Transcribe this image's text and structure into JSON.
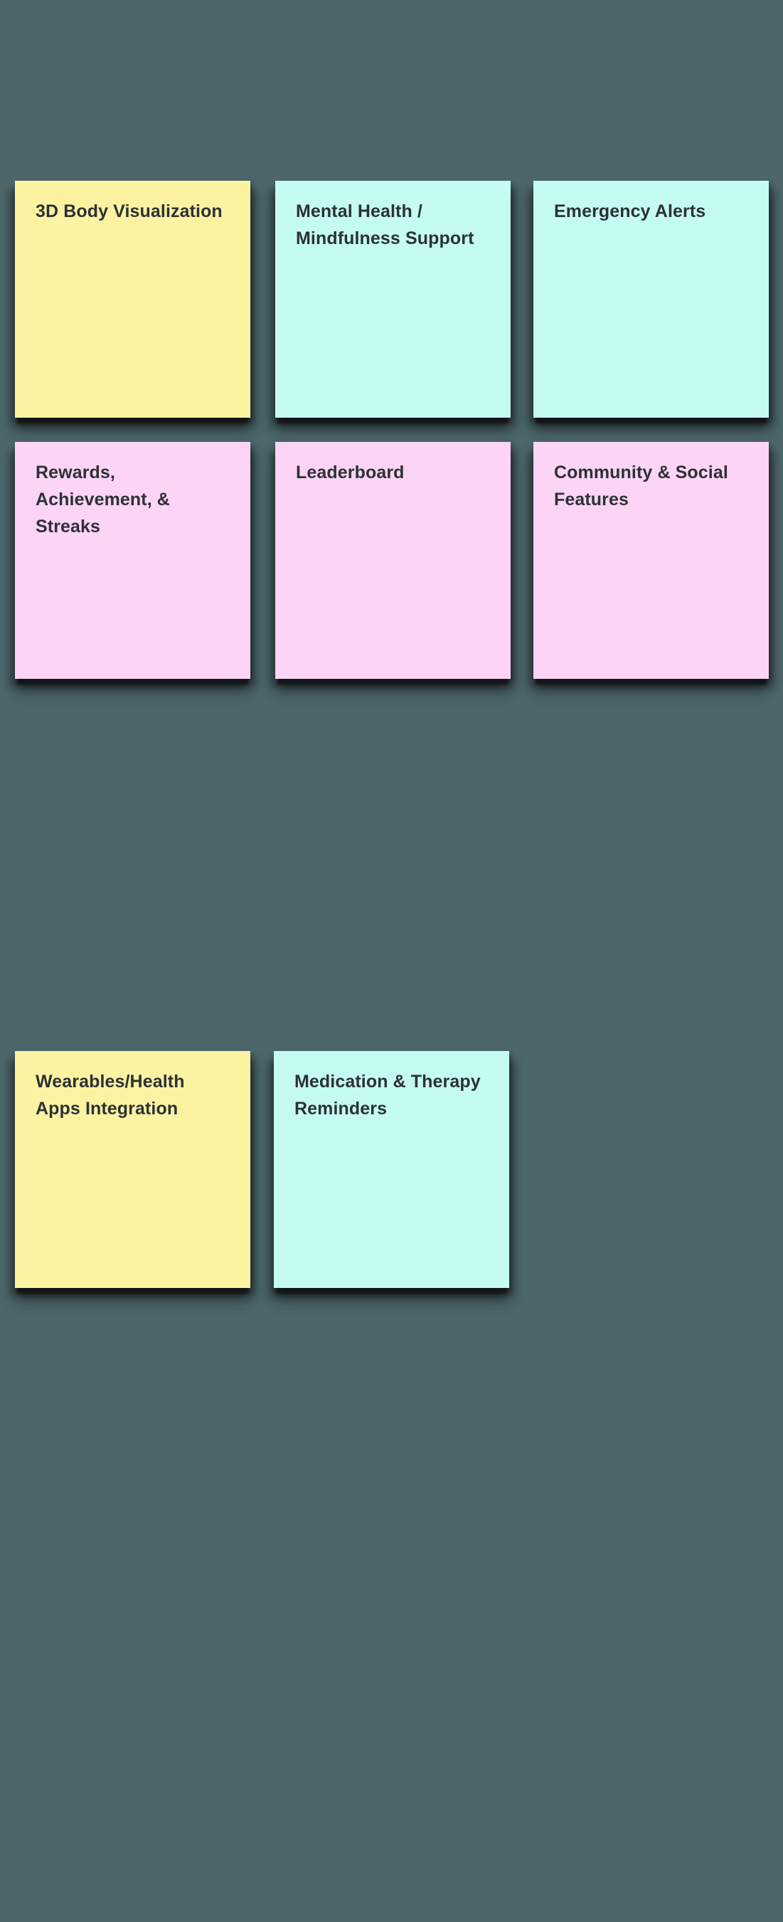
{
  "canvas": {
    "background_color": "#4c666a"
  },
  "palette": {
    "yellow": "#fbf3a1",
    "cyan": "#c4fcf3",
    "pink": "#fcd4f6",
    "text": "#2d3135",
    "shadow": "#111214"
  },
  "notes": [
    {
      "title": "3D Body Visualization",
      "color_name": "yellow",
      "color_hex": "#fbf3a1"
    },
    {
      "title": "Mental Health /\nMindfulness Support",
      "color_name": "cyan",
      "color_hex": "#c4fcf3"
    },
    {
      "title": "Emergency Alerts",
      "color_name": "cyan",
      "color_hex": "#c4fcf3"
    },
    {
      "title": "Rewards,\nAchievement, &\nStreaks",
      "color_name": "pink",
      "color_hex": "#fcd4f6"
    },
    {
      "title": "Leaderboard",
      "color_name": "pink",
      "color_hex": "#fcd4f6"
    },
    {
      "title": "Community & Social\nFeatures",
      "color_name": "pink",
      "color_hex": "#fcd4f6"
    },
    {
      "title": "Wearables/Health\nApps Integration",
      "color_name": "yellow",
      "color_hex": "#fbf3a1"
    },
    {
      "title": "Medication & Therapy\nReminders",
      "color_name": "cyan",
      "color_hex": "#c4fcf3"
    }
  ]
}
